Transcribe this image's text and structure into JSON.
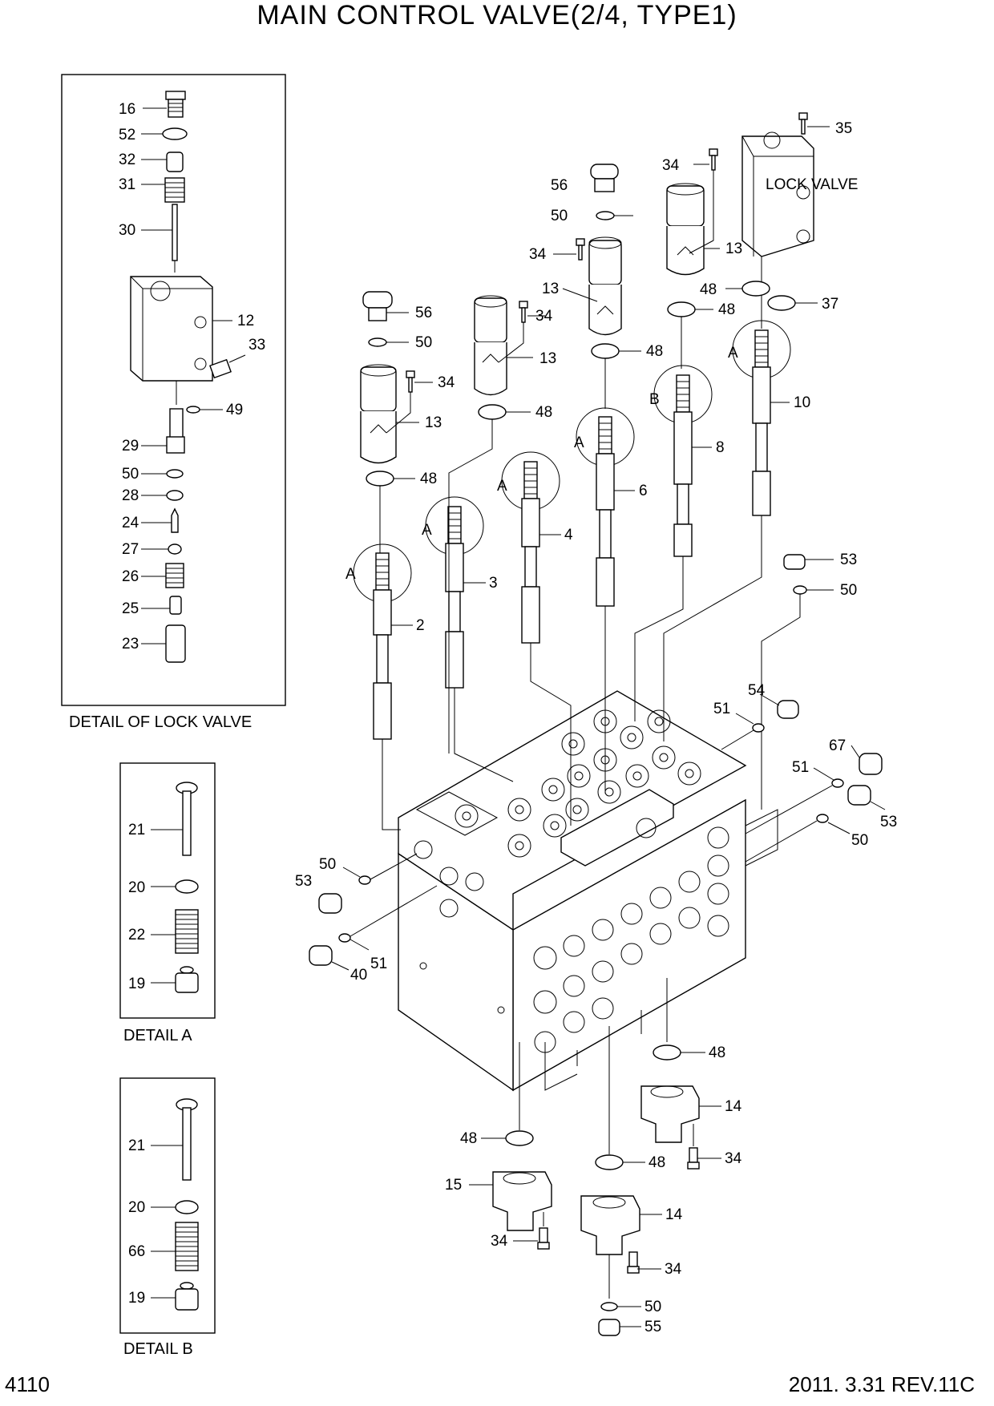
{
  "header": {
    "title": "MAIN CONTROL VALVE(2/4, TYPE1)"
  },
  "footer": {
    "page_number": "4110",
    "revision": "2011. 3.31  REV.11C"
  },
  "panels": {
    "lock_valve": {
      "caption": "DETAIL OF LOCK VALVE",
      "labels": [
        "16",
        "52",
        "32",
        "31",
        "30",
        "12",
        "33",
        "49",
        "29",
        "50",
        "28",
        "24",
        "27",
        "26",
        "25",
        "23"
      ]
    },
    "detail_a": {
      "caption": "DETAIL A",
      "labels": [
        "21",
        "20",
        "22",
        "19"
      ]
    },
    "detail_b": {
      "caption": "DETAIL B",
      "labels": [
        "21",
        "20",
        "66",
        "19"
      ]
    }
  },
  "main": {
    "lock_valve_label": "LOCK VALVE",
    "callouts": [
      "A",
      "A",
      "A",
      "A",
      "B",
      "A"
    ],
    "labels": [
      "35",
      "34",
      "13",
      "48",
      "37",
      "56",
      "50",
      "34",
      "13",
      "48",
      "10",
      "8",
      "6",
      "56",
      "50",
      "34",
      "13",
      "48",
      "34",
      "13",
      "48",
      "4",
      "3",
      "2",
      "48",
      "53",
      "50",
      "54",
      "51",
      "67",
      "51",
      "53",
      "50",
      "50",
      "53",
      "51",
      "40",
      "48",
      "14",
      "34",
      "48",
      "15",
      "34",
      "48",
      "14",
      "34",
      "50",
      "55"
    ]
  },
  "colors": {
    "line": "#000000",
    "background": "#ffffff"
  }
}
